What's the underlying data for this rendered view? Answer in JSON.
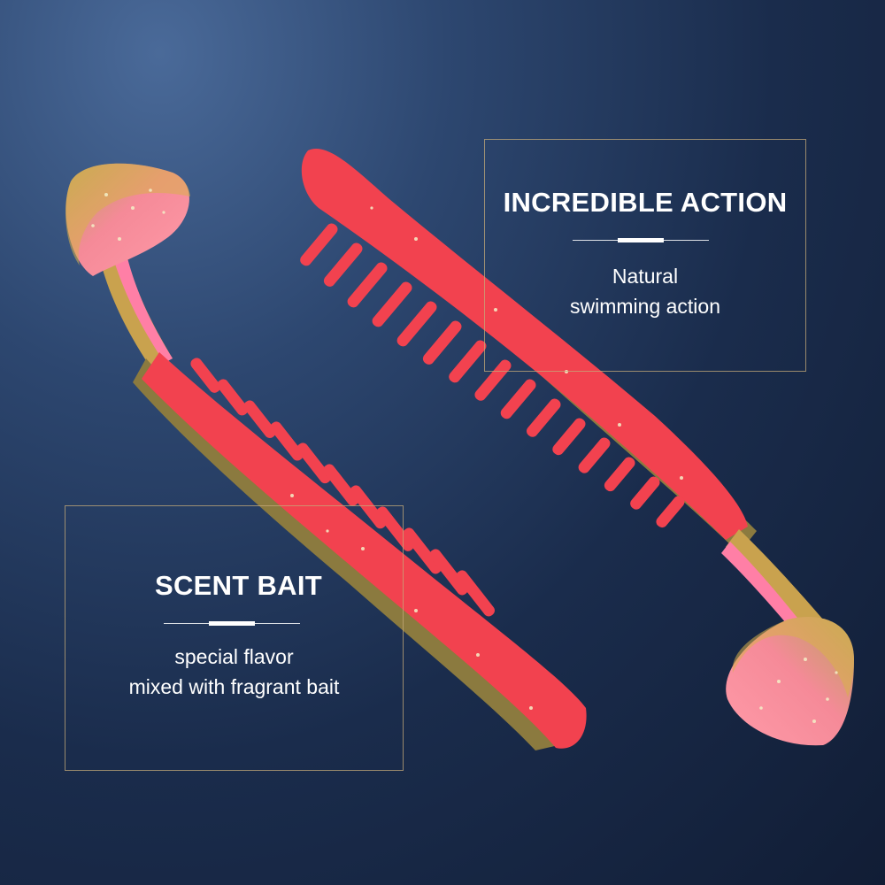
{
  "panels": {
    "action": {
      "title": "INCREDIBLE ACTION",
      "line1": "Natural",
      "line2": "swimming action"
    },
    "scent": {
      "title": "SCENT BAIT",
      "line1": "special flavor",
      "line2": "mixed with fragrant bait"
    }
  },
  "colors": {
    "body_red": "#f0414f",
    "body_pink": "#ff6f86",
    "back_olive": "#8a7c3e",
    "tail_pink": "#f88a98",
    "panel_border": "#c4aa78",
    "background_dark": "#111d35",
    "background_light": "#4a6a99"
  }
}
